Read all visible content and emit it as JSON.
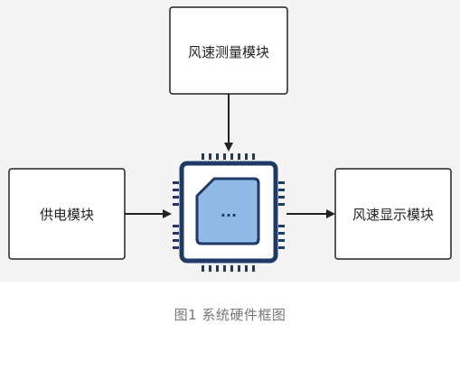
{
  "diagram": {
    "nodes": {
      "wind_speed_measure": "风速测量模块",
      "power_supply": "供电模块",
      "mcu": "...",
      "wind_speed_display": "风速显示模块"
    },
    "edges": [
      {
        "from": "wind_speed_measure",
        "to": "mcu"
      },
      {
        "from": "power_supply",
        "to": "mcu"
      },
      {
        "from": "mcu",
        "to": "wind_speed_display"
      }
    ],
    "colors": {
      "background_panel": "#f4f4f4",
      "box_fill": "#ffffff",
      "stroke": "#222222",
      "chip_body": "#1f3a66",
      "chip_core": "#8fbbe6",
      "chip_pin": "#1f3a66"
    }
  },
  "caption": "图1 系统硬件框图"
}
